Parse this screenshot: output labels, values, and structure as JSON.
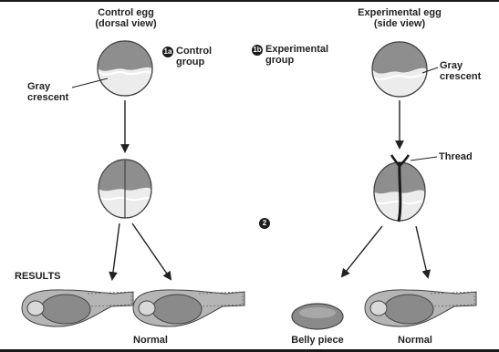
{
  "labels": {
    "control_egg_title": "Control egg",
    "control_egg_view": "(dorsal view)",
    "experimental_egg_title": "Experimental egg",
    "experimental_egg_view": "(side view)",
    "step_1a_badge": "1a",
    "control_group_line1": "Control",
    "control_group_line2": "group",
    "step_1b_badge": "1b",
    "experimental_group_line1": "Experimental",
    "experimental_group_line2": "group",
    "gray_crescent_left_line1": "Gray",
    "gray_crescent_left_line2": "crescent",
    "gray_crescent_right_line1": "Gray",
    "gray_crescent_right_line2": "crescent",
    "thread": "Thread",
    "step_2_badge": "2",
    "results": "RESULTS",
    "normal_left": "Normal",
    "belly_piece": "Belly piece",
    "normal_right": "Normal"
  },
  "colors": {
    "egg_dark": "#8e8e8e",
    "egg_light": "#ececec",
    "outline": "#333333",
    "arrow": "#222222",
    "tadpole": "#9a9a9a"
  }
}
